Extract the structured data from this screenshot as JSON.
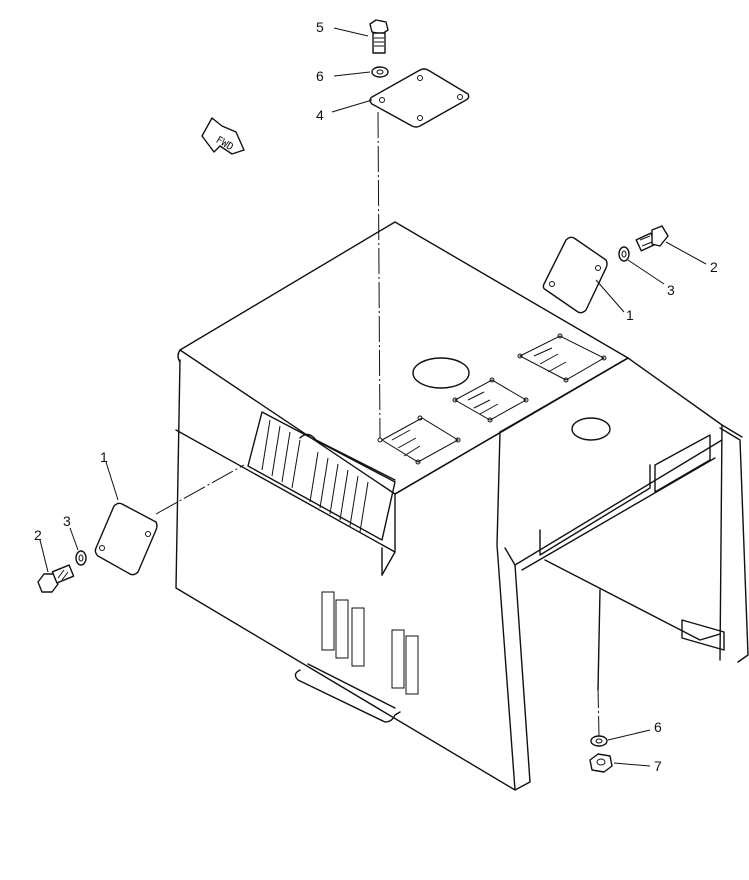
{
  "parts": [
    {
      "id": "cover-left",
      "num": "1"
    },
    {
      "id": "cover-right",
      "num": "1"
    },
    {
      "id": "bolt-left",
      "num": "2"
    },
    {
      "id": "bolt-right",
      "num": "2"
    },
    {
      "id": "washer-left",
      "num": "3"
    },
    {
      "id": "washer-right",
      "num": "3"
    },
    {
      "id": "plate-top",
      "num": "4"
    },
    {
      "id": "bolt-top",
      "num": "5"
    },
    {
      "id": "washer-top",
      "num": "6"
    },
    {
      "id": "washer-bottom",
      "num": "6"
    },
    {
      "id": "nut-bottom",
      "num": "7"
    }
  ],
  "direction_marker": {
    "label": "FWD"
  },
  "colors": {
    "line": "#111111",
    "background": "#ffffff"
  }
}
